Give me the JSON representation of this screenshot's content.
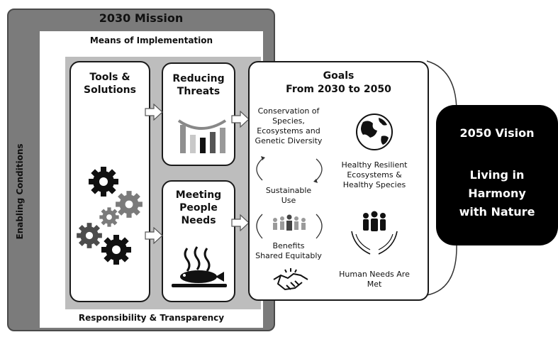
{
  "mission": {
    "title": "2030 Mission",
    "means": "Means of Implementation",
    "responsibility": "Responsibility & Transparency",
    "enabling": "Enabling Conditions"
  },
  "boxes": {
    "tools": "Tools & Solutions",
    "threats": "Reducing Threats",
    "needs": "Meeting People Needs"
  },
  "goals": {
    "title_line1": "Goals",
    "title_line2": "From 2030 to 2050",
    "conservation": [
      "Conservation of",
      "Species,",
      "Ecosystems and",
      "Genetic Diversity"
    ],
    "sustainable": [
      "Sustainable",
      "Use"
    ],
    "benefits": [
      "Benefits",
      "Shared Equitably"
    ],
    "healthy": [
      "Healthy Resilient",
      "Ecosystems &",
      "Healthy Species"
    ],
    "human": [
      "Human Needs Are",
      "Met"
    ]
  },
  "vision": {
    "title": "2050 Vision",
    "line1": "Living in",
    "line2": "Harmony",
    "line3": "with Nature"
  },
  "icons": [
    "gears-icon",
    "bar-chart-icon",
    "food-plate-icon",
    "globe-icon",
    "hands-people-icon",
    "handshake-icon",
    "cycle-arrows-icon"
  ]
}
